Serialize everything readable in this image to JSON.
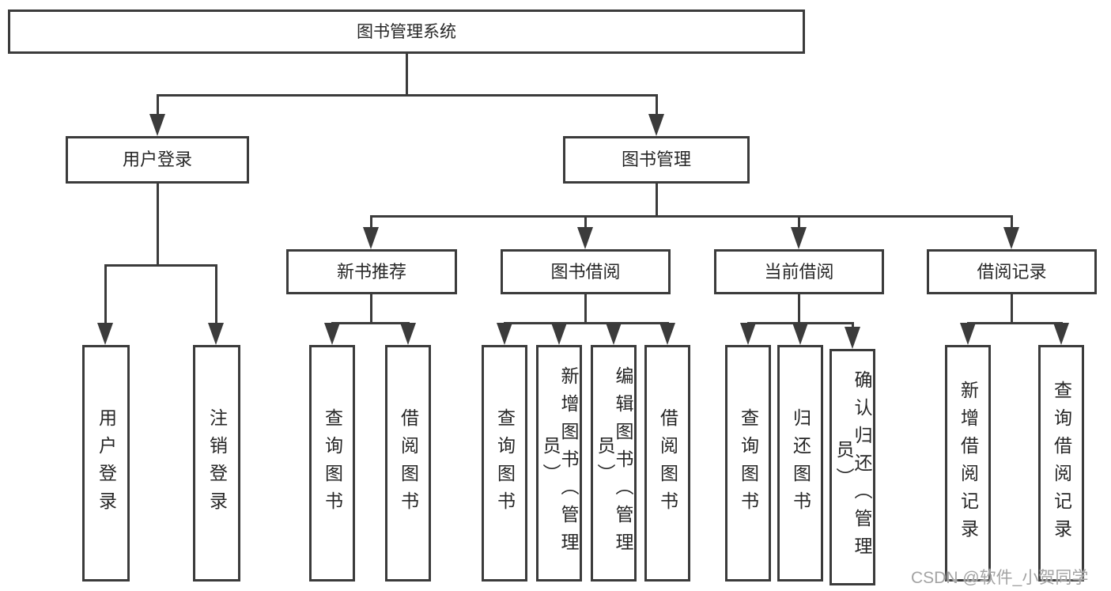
{
  "tree": {
    "label": "图书管理系统",
    "children": [
      {
        "label": "用户登录",
        "children": [
          {
            "label": "用户登录"
          },
          {
            "label": "注销登录"
          }
        ]
      },
      {
        "label": "图书管理",
        "children": [
          {
            "label": "新书推荐",
            "children": [
              {
                "label": "查询图书"
              },
              {
                "label": "借阅图书"
              }
            ]
          },
          {
            "label": "图书借阅",
            "children": [
              {
                "label": "查询图书"
              },
              {
                "label": "新增图书（管理员）"
              },
              {
                "label": "编辑图书（管理员）"
              },
              {
                "label": "借阅图书"
              }
            ]
          },
          {
            "label": "当前借阅",
            "children": [
              {
                "label": "查询图书"
              },
              {
                "label": "归还图书"
              },
              {
                "label": "确认归还（管理员）"
              }
            ]
          },
          {
            "label": "借阅记录",
            "children": [
              {
                "label": "新增借阅记录"
              },
              {
                "label": "查询借阅记录"
              }
            ]
          }
        ]
      }
    ]
  },
  "watermark": "CSDN @软件_小贺同学",
  "colors": {
    "line": "#3b3b3b",
    "text": "#262626",
    "background": "#ffffff",
    "watermark": "#a3a3a3"
  }
}
